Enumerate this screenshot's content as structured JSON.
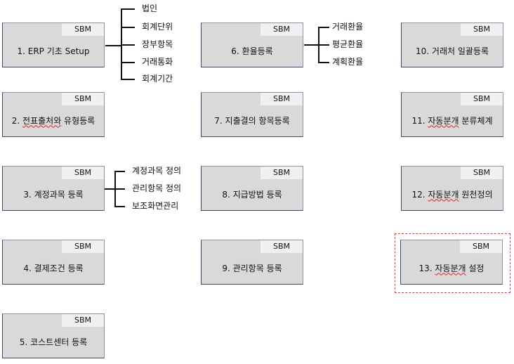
{
  "tag": "SBM",
  "boxes": [
    {
      "id": "erp-setup",
      "pre": "1. ERP 기초 Setup",
      "sq": "",
      "post": ""
    },
    {
      "id": "voucher-source",
      "pre": "2. ",
      "sq": "전표출처와",
      "post": " 유형등록"
    },
    {
      "id": "account-register",
      "pre": "3. 계정과목 등록",
      "sq": "",
      "post": ""
    },
    {
      "id": "payment-terms",
      "pre": "4. 결제조건 등록",
      "sq": "",
      "post": ""
    },
    {
      "id": "cost-center",
      "pre": "5. 코스트센터 등록",
      "sq": "",
      "post": ""
    },
    {
      "id": "exchange-rate",
      "pre": "6. 환율등록",
      "sq": "",
      "post": ""
    },
    {
      "id": "settlement-items",
      "pre": "7. 지출결의 항목등록",
      "sq": "",
      "post": ""
    },
    {
      "id": "payment-method",
      "pre": "8. 지급방법 등록",
      "sq": "",
      "post": ""
    },
    {
      "id": "management-items",
      "pre": "9. 관리항목 등록",
      "sq": "",
      "post": ""
    },
    {
      "id": "vendor-bulk",
      "pre": "10. 거래처 일괄등록",
      "sq": "",
      "post": ""
    },
    {
      "id": "auto-journal-class",
      "pre": "11. ",
      "sq": "자동분개",
      "post": " 분류체계"
    },
    {
      "id": "auto-journal-source",
      "pre": "12. ",
      "sq": "자동분개",
      "post": " 원천정의"
    },
    {
      "id": "auto-journal-setting",
      "pre": "13. ",
      "sq": "자동분개",
      "post": " 설정"
    }
  ],
  "branches": {
    "erp": [
      "법인",
      "회계단위",
      "장부항목",
      "거래통화",
      "회계기간"
    ],
    "fx": [
      "거래환율",
      "평균환율",
      "계획환율"
    ],
    "account": [
      "계정과목 정의",
      "관리항목 정의",
      "보조화면관리"
    ]
  },
  "colors": {
    "box_fill": "#d9d9d9",
    "tag_fill": "#f0f0f0",
    "highlight": "#ee3030"
  }
}
